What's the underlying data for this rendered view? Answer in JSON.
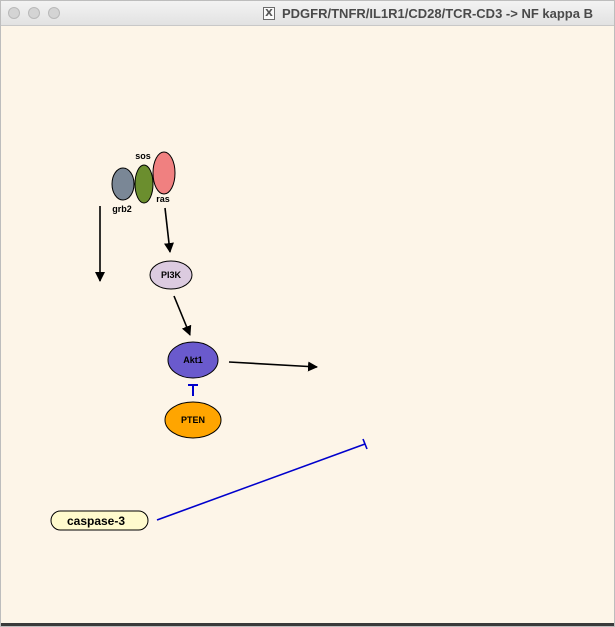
{
  "window": {
    "title": "PDGFR/TNFR/IL1R1/CD28/TCR-CD3 -> NF kappa B",
    "title_icon": "x11-icon",
    "controls": [
      "close-button",
      "minimize-button",
      "zoom-button"
    ]
  },
  "diagram": {
    "nodes": {
      "grb2": "grb2",
      "sos": "sos",
      "ras": "ras",
      "pi3k": "PI3K",
      "akt1": "Akt1",
      "pten": "PTEN",
      "caspase3": "caspase-3"
    },
    "colors": {
      "background": "#fdf5e8",
      "grb2": "#7a8796",
      "sos": "#6b8e2e",
      "ras": "#f08080",
      "pi3k": "#dccbe0",
      "akt1": "#6a5acd",
      "pten": "#ffa500",
      "caspase3": "#fffacd",
      "activation_edge": "#000000",
      "inhibition_edge": "#0000cc"
    },
    "edges": [
      {
        "from": "grb2",
        "to": "offscreen",
        "type": "activation"
      },
      {
        "from": "ras",
        "to": "pi3k",
        "type": "activation"
      },
      {
        "from": "pi3k",
        "to": "akt1",
        "type": "activation"
      },
      {
        "from": "akt1",
        "to": "offscreen",
        "type": "activation"
      },
      {
        "from": "pten",
        "to": "akt1",
        "type": "inhibition"
      },
      {
        "from": "caspase3",
        "to": "offscreen",
        "type": "inhibition"
      }
    ]
  }
}
